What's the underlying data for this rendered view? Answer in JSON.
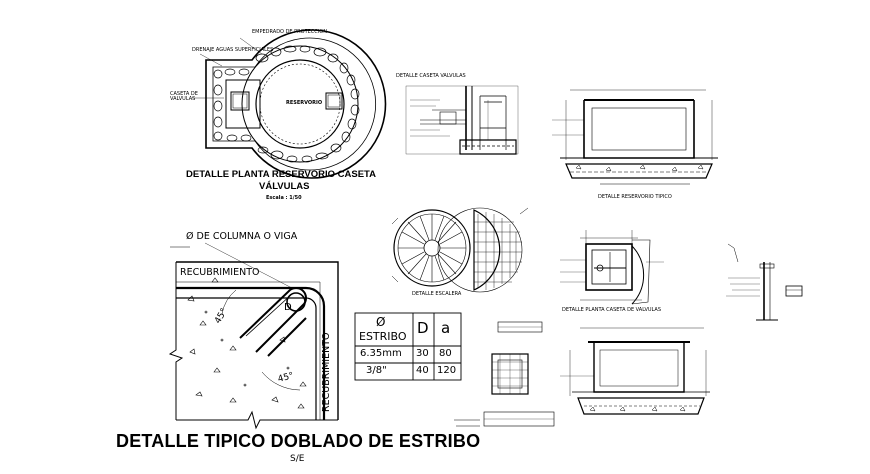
{
  "labels": {
    "empedrado": "EMPEDRADO DE PROTECCION",
    "drenaje": "DRENAJE AGUAS SUPERFICIALES",
    "caseta": "CASETA DE VALVULAS",
    "reservorio": "RESERVORIO",
    "planta_title_1": "DETALLE PLANTA RESERVORIO CASETA",
    "planta_title_2": "VÁLVULAS",
    "planta_scale": "Escala : 1/50",
    "columna": "Ø DE COLUMNA O VIGA",
    "recubrimiento_h": "RECUBRIMIENTO",
    "recubrimiento_v": "RECUBRIMIENTO",
    "angle_45_a": "45°",
    "angle_45_b": "45°",
    "stirrup_D": "D",
    "main_title": "DETALLE TIPICO DOBLADO DE ESTRIBO",
    "main_subtitle": "S/E",
    "detalle_caseta": "DETALLE CASETA VALVULAS",
    "detalle_reservorio": "DETALLE RESERVORIO TIPICO",
    "detalle_planta_caseta": "DETALLE PLANTA CASETA DE VALVULAS",
    "detalle_escalera": "DETALLE ESCALERA"
  },
  "table": {
    "headers": [
      "Ø\nESTRIBO",
      "D",
      "a"
    ],
    "header_symbol": "Ø",
    "header_estribo": "ESTRIBO",
    "header_D": "D",
    "header_a": "a",
    "rows": [
      {
        "estribo": "6.35mm",
        "D": "30",
        "a": "80"
      },
      {
        "estribo": "3/8\"",
        "D": "40",
        "a": "120"
      }
    ]
  }
}
